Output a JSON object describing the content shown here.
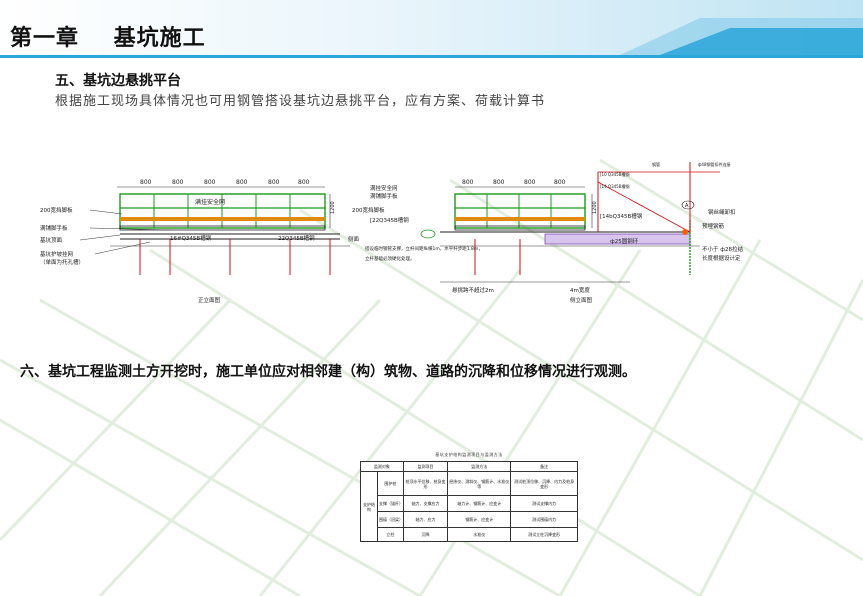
{
  "header": {
    "title": "第一章    基坑施工",
    "colors": {
      "accent": "#2aa6d8",
      "grid": "#cfe3c9"
    }
  },
  "section5": {
    "heading": "五、基坑边悬挑平台",
    "text": "根据施工现场具体情况也可用钢管搭设基坑边悬挑平台，应有方案、荷载计算书"
  },
  "drawing": {
    "left": {
      "dims": [
        "800",
        "800",
        "800",
        "800",
        "800",
        "800"
      ],
      "labels": {
        "net": "满挂安全网",
        "plank": "200宽挡脚板",
        "toe": "满铺脚手板",
        "top": "基坑顶面",
        "protect": "基坑护坡挂网",
        "protect2": "（单面为托孔槽）",
        "beam1": "16#Q345B槽钢",
        "beam2": "22Q345B槽钢",
        "side": "侧面",
        "caption": "正立面图",
        "height": "1200"
      }
    },
    "right": {
      "dims": [
        "800",
        "800",
        "800",
        "800"
      ],
      "labels": {
        "net": "满挂安全网",
        "plank": "200宽挡脚板",
        "toe": "满铺脚手板",
        "channel22": "[22Q345B槽钢",
        "channel14": "[14bQ345B槽钢",
        "steel_rope": "钢丝绳卸扣",
        "pile": "ф25圆钢环",
        "embed": "预埋钢筋",
        "min28": "不小于 ф28拉结",
        "min28b": "长度根据设计定",
        "support": "搭设临时钢管支撑，立杆间距纵横1m，水平杆步距1.8m，",
        "support2": "立杆基础必须硬化处理。",
        "brace1": "钢管",
        "brace2": "ф48钢管扣件连接",
        "brace3": "[10 Q345B槽钢",
        "brace4": "[14 Q345B槽钢",
        "width_label": "悬挑跨不超过2m",
        "width2": "4m宽度",
        "caption": "侧立面图",
        "marker": "A",
        "height": "1200"
      }
    }
  },
  "section6": {
    "text": "六、基坑工程监测土方开挖时，施工单位应对相邻建（构）筑物、道路的沉降和位移情况进行观测。"
  },
  "table": {
    "caption": "基坑支护结构监测项目与监测方法",
    "headers": [
      "监测对象",
      "监测项目",
      "监测方法",
      "备注"
    ],
    "group_label": "支护结构",
    "rows": [
      [
        "围护桩",
        "桩顶水平位移、桩身变形",
        "经纬仪、测斜仪、钢筋计、水准仪等",
        "测试桩顶位移、沉降、内力及桩身变形"
      ],
      [
        "支撑（锚杆）",
        "轴力、支撑应力",
        "轴力计、钢筋计、应变计",
        "测试支撑内力"
      ],
      [
        "围檩（冠梁）",
        "轴力、应力",
        "钢筋计、应变计",
        "测试围檩内力"
      ],
      [
        "立柱",
        "沉降",
        "水准仪",
        "测试立柱沉降变形"
      ]
    ]
  }
}
